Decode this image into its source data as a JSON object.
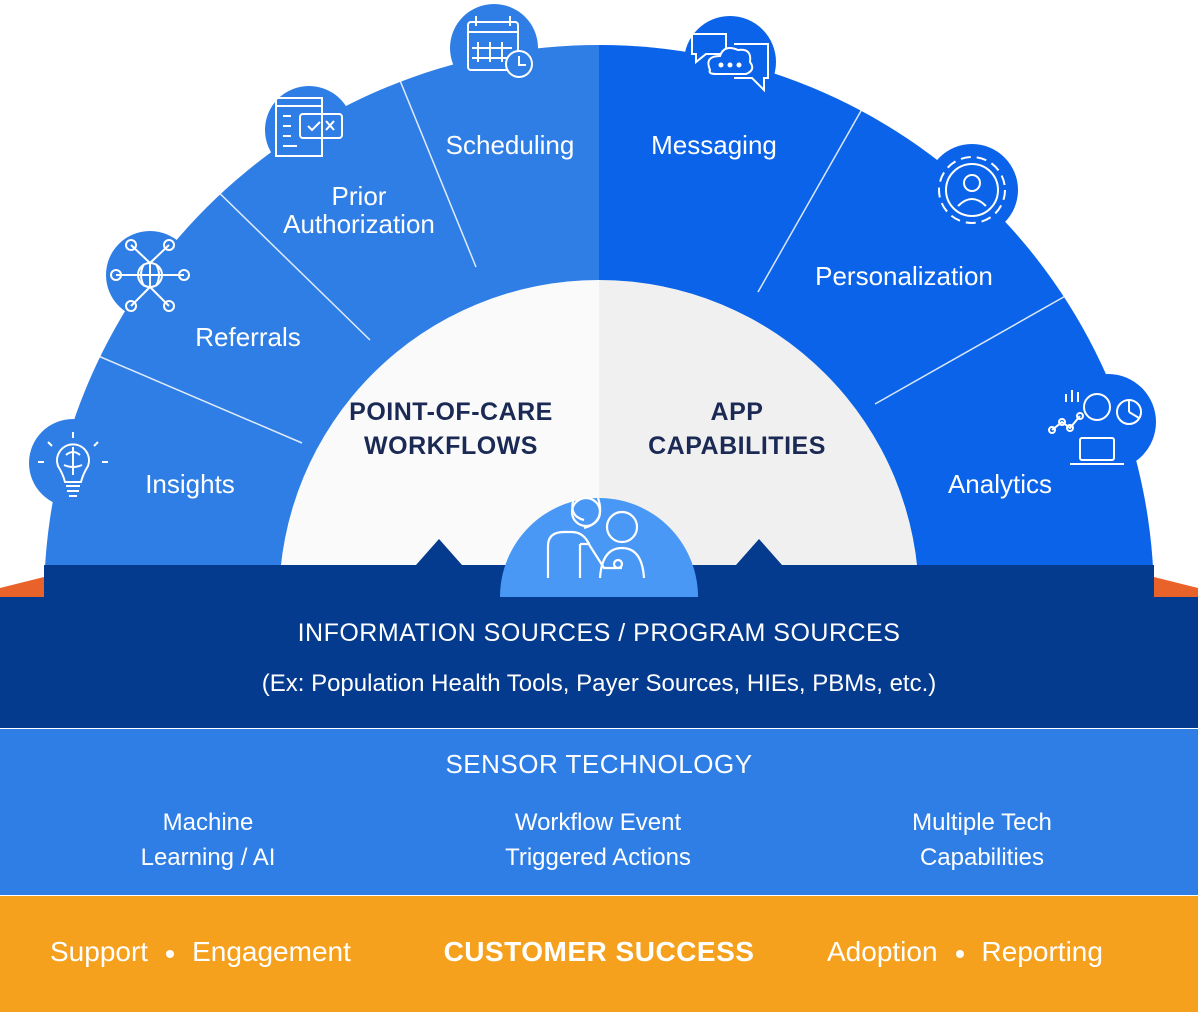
{
  "arc": {
    "left_segments": [
      {
        "label": "Insights",
        "icon": "brain-bulb-icon"
      },
      {
        "label": "Referrals",
        "icon": "network-globe-icon"
      },
      {
        "label_lines": [
          "Prior",
          "Authorization"
        ],
        "icon": "authorization-form-icon"
      },
      {
        "label": "Scheduling",
        "icon": "calendar-clock-icon"
      }
    ],
    "right_segments": [
      {
        "label": "Messaging",
        "icon": "chat-cloud-icon"
      },
      {
        "label": "Personalization",
        "icon": "gear-user-icon"
      },
      {
        "label": "Analytics",
        "icon": "analytics-laptop-icon"
      }
    ],
    "center": {
      "left_lines": [
        "POINT-OF-CARE",
        "WORKFLOWS"
      ],
      "right_lines": [
        "APP",
        "CAPABILITIES"
      ],
      "icon": "doctor-patient-icon"
    }
  },
  "information_band": {
    "title": "INFORMATION SOURCES / PROGRAM SOURCES",
    "subtitle": "(Ex: Population Health Tools, Payer Sources, HIEs, PBMs, etc.)"
  },
  "sensor_band": {
    "title": "SENSOR TECHNOLOGY",
    "items": [
      {
        "lines": [
          "Machine",
          "Learning / AI"
        ]
      },
      {
        "lines": [
          "Workflow Event",
          "Triggered Actions"
        ]
      },
      {
        "lines": [
          "Multiple Tech",
          "Capabilities"
        ]
      }
    ]
  },
  "success_band": {
    "left": [
      "Support",
      "Engagement"
    ],
    "center": "CUSTOMER SUCCESS",
    "right": [
      "Adoption",
      "Reporting"
    ]
  },
  "colors": {
    "left_arc": "#2f7ee6",
    "right_arc": "#0a63e8",
    "info_band": "#043b8f",
    "sensor_band": "#2f7ee6",
    "success_band": "#f6a11e",
    "accent_orange": "#e8622a",
    "center_left": "#fafafa",
    "center_right": "#f0f0f0",
    "center_text": "#1b2a55"
  }
}
